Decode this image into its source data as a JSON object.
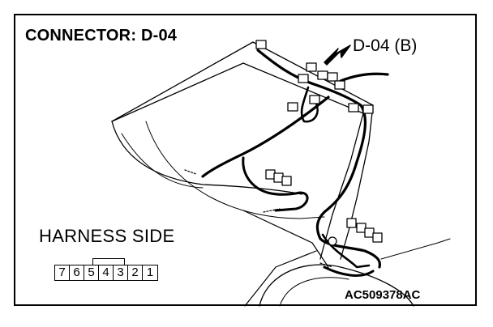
{
  "diagram": {
    "title": "CONNECTOR: D-04",
    "callout_label": "D-04 (B)",
    "harness_label": "HARNESS SIDE",
    "figure_code": "AC509378AC",
    "connector_pins": [
      "7",
      "6",
      "5",
      "4",
      "3",
      "2",
      "1"
    ]
  }
}
